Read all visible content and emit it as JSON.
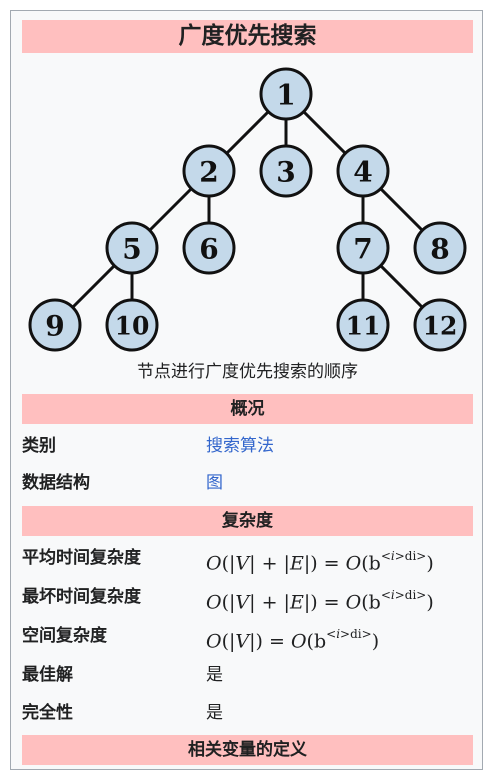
{
  "infobox": {
    "title": "广度优先搜索",
    "image_caption": "节点进行广度优先搜索的顺序",
    "tree_nodes": [
      "1",
      "2",
      "3",
      "4",
      "5",
      "6",
      "7",
      "8",
      "9",
      "10",
      "11",
      "12"
    ],
    "sections": {
      "overview": "概况",
      "complexity": "复杂度",
      "definitions": "相关变量的定义"
    },
    "overview_rows": [
      {
        "label": "类别",
        "value": "搜索算法"
      },
      {
        "label": "数据结构",
        "value": "图"
      }
    ],
    "complexity_rows": [
      {
        "label": "平均时间复杂度",
        "value": "O(|V| + |E|) = O(b^d)"
      },
      {
        "label": "最坏时间复杂度",
        "value": "O(|V| + |E|) = O(b^d)"
      },
      {
        "label": "空间复杂度",
        "value": "O(|V|) = O(b^d)"
      },
      {
        "label": "最佳解",
        "value": "是"
      },
      {
        "label": "完全性",
        "value": "是"
      }
    ],
    "colors": {
      "header_band": "#ffbfbf",
      "node_fill": "#c4d9ea",
      "link": "#3366cc",
      "background": "#f8f9fa"
    }
  }
}
